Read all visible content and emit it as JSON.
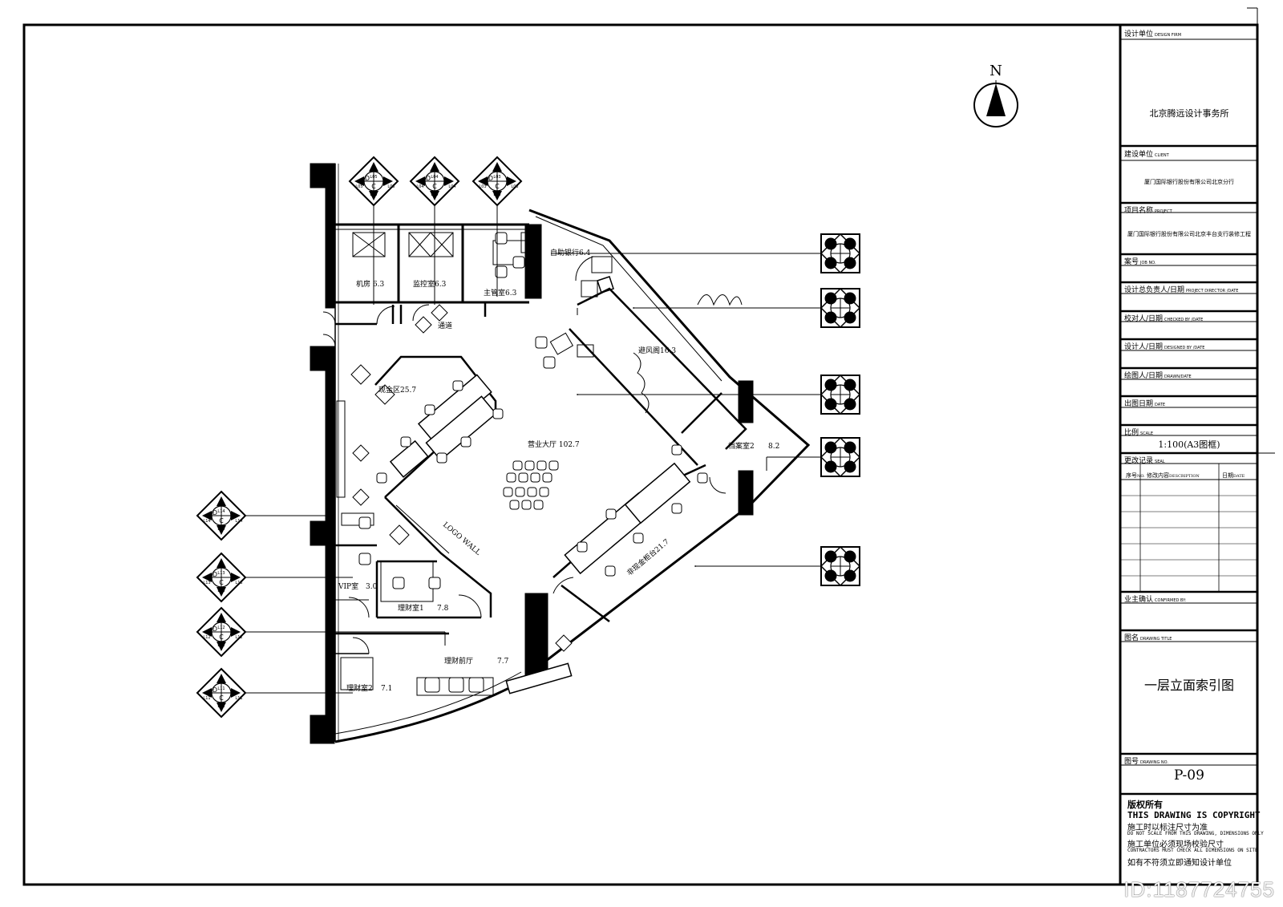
{
  "north_label": "N",
  "rooms": {
    "machine_room": "机房 6.3",
    "monitor_room": "监控室6.3",
    "manager_room": "主管室6.3",
    "self_service": "自助银行6.4",
    "corridor": "通道",
    "vestibule": "避风阁16.3",
    "cash_area": "现金区25.7",
    "main_hall": "营业大厅 102.7",
    "archive_2": "档案室2",
    "archive_2_area": "8.2",
    "logo_wall": "LOGO WALL",
    "nonteller": "非现金柜台21.7",
    "vip": "VIP室",
    "vip_area": "3.0",
    "finance_1": "理财室1",
    "finance_1_area": "7.8",
    "finance_lobby": "理财前厅",
    "finance_lobby_area": "7.7",
    "finance_2": "理财室2",
    "finance_2_area": "7.1"
  },
  "index_symbols": {
    "top": [
      {
        "a": "A",
        "b": "B",
        "c": "C",
        "d": "D",
        "na": "L05",
        "nb": "L05",
        "nc": "L05",
        "nd": "L05"
      },
      {
        "a": "A",
        "b": "B",
        "c": "C",
        "d": "D",
        "na": "L04",
        "nb": "L04",
        "nc": "L04",
        "nd": "L04"
      },
      {
        "a": "A",
        "b": "B",
        "c": "C",
        "d": "D",
        "na": "L03",
        "nb": "L03",
        "nc": "L03",
        "nd": "L03"
      }
    ],
    "left": [
      {
        "a": "A",
        "b": "B",
        "c": "C",
        "d": "D",
        "na": "L14",
        "nb": "L14",
        "nc": "L14",
        "nd": "L14"
      },
      {
        "a": "A",
        "b": "B",
        "c": "C",
        "d": "D",
        "na": "L13",
        "nb": "L13",
        "nc": "L13",
        "nd": "L13"
      },
      {
        "a": "A",
        "b": "B",
        "c": "C",
        "d": "D",
        "na": "L12",
        "nb": "L12",
        "nc": "L12",
        "nd": "L12"
      },
      {
        "a": "A",
        "b": "B",
        "c": "C",
        "d": "D",
        "na": "L11",
        "nb": "L11",
        "nc": "L11",
        "nd": "L11"
      }
    ]
  },
  "title_block": {
    "design_firm_label": "设计单位",
    "design_firm_label_en": "DESIGN FIRM",
    "design_firm": "北京腾远设计事务所",
    "client_label": "建设单位",
    "client_label_en": "CLIENT",
    "client": "厦门国际银行股份有限公司北京分行",
    "project_label": "项目名称",
    "project_label_en": "PROJECT",
    "project": "厦门国际银行股份有限公司北京丰台支行装修工程",
    "job_no_label": "案号",
    "job_no_label_en": "JOB NO.",
    "director_label": "设计总负责人/日期",
    "director_label_en": "PROJECT DIRECTOR /DATE",
    "checked_label": "校对人/日期",
    "checked_label_en": "CHECKED BY /DATE",
    "designed_label": "设计人/日期",
    "designed_label_en": "DESIGNED BY /DATE",
    "drawn_label": "绘图人/日期",
    "drawn_label_en": "DRAWN/DATE",
    "date_label": "出图日期",
    "date_label_en": "DATE",
    "scale_label": "比例",
    "scale_label_en": "SCALE",
    "scale": "1:100(A3图框)",
    "revision_label": "更改记录",
    "revision_label_en": "SEAL",
    "rev_no": "序号",
    "rev_no_en": "NO.",
    "rev_desc": "修改内容",
    "rev_desc_en": "DESCRIPTION",
    "rev_date": "日期",
    "rev_date_en": "DATE",
    "owner_label": "业主确认",
    "owner_label_en": "CONFIRMED BY:",
    "title_label": "图名",
    "title_label_en": "DRAWING TITLE",
    "drawing_title": "一层立面索引图",
    "drawing_no_label": "图号",
    "drawing_no_label_en": "DRAWING NO.",
    "drawing_no": "P-09",
    "copyright": "版权所有",
    "copyright_en": "THIS DRAWING IS COPYRIGHT",
    "note1": "施工时以标注尺寸为准",
    "note1_en": "DO NOT SCALE FROM THIS DRAWING, DIMENSIONS ONLY",
    "note2": "施工单位必须现场校验尺寸",
    "note2_en": "CONTRACTORS MUST CHECK ALL DIMENSIONS ON SITE",
    "note3": "如有不符须立即通知设计单位"
  },
  "image_id": "ID:1187724755"
}
